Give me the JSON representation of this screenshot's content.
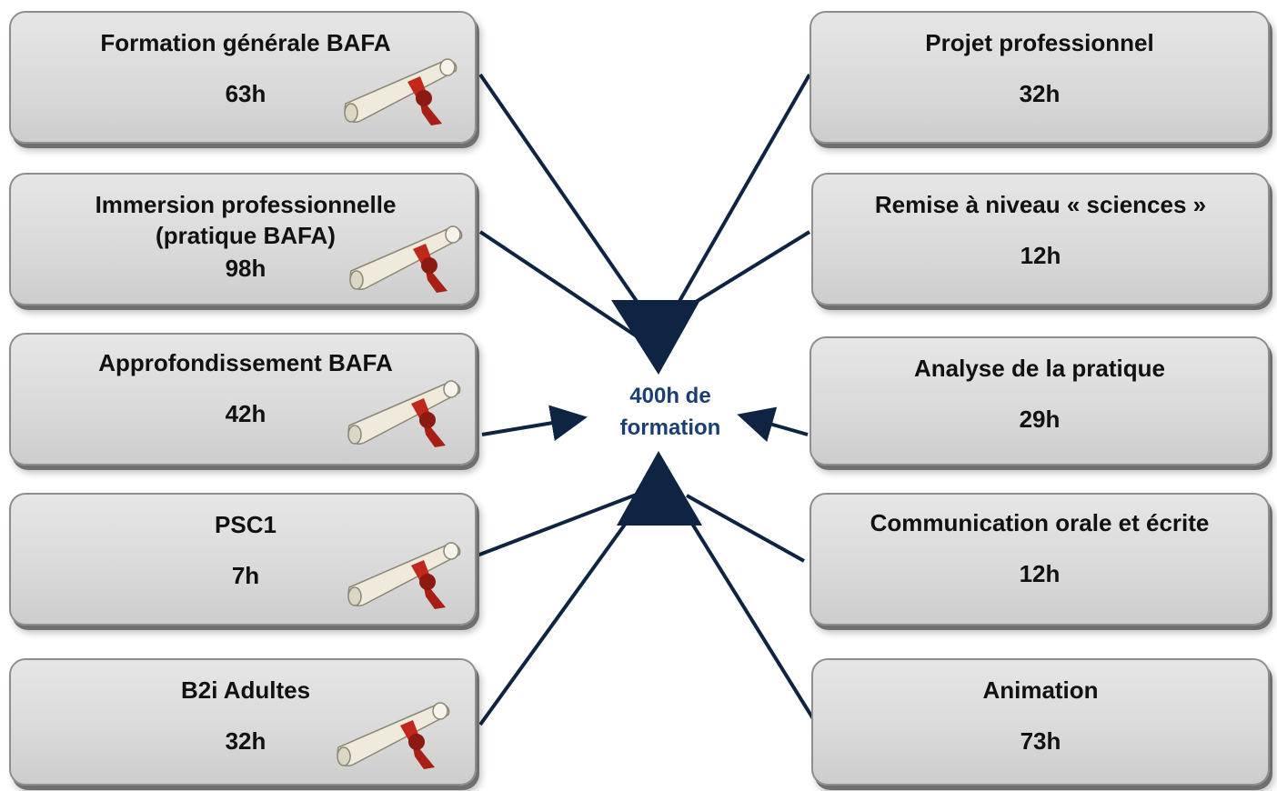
{
  "center": {
    "line1": "400h de",
    "line2": "formation"
  },
  "left": [
    {
      "title": "Formation générale BAFA",
      "hours": "63h"
    },
    {
      "title_line1": "Immersion professionnelle",
      "title_line2": "(pratique BAFA)",
      "hours": "98h"
    },
    {
      "title": "Approfondissement BAFA",
      "hours": "42h"
    },
    {
      "title": "PSC1",
      "hours": "7h"
    },
    {
      "title": "B2i Adultes",
      "hours": "32h"
    }
  ],
  "right": [
    {
      "title": "Projet professionnel",
      "hours": "32h"
    },
    {
      "title": "Remise à niveau « sciences »",
      "hours": "12h"
    },
    {
      "title": "Analyse de la pratique",
      "hours": "29h"
    },
    {
      "title": "Communication orale et écrite",
      "hours": "12h"
    },
    {
      "title": "Animation",
      "hours": "73h"
    }
  ],
  "colors": {
    "connector": "#0e2442",
    "center_text": "#1c3f73",
    "ribbon": "#c0281c"
  },
  "icons": {
    "certificate": "diploma-scroll-icon"
  }
}
